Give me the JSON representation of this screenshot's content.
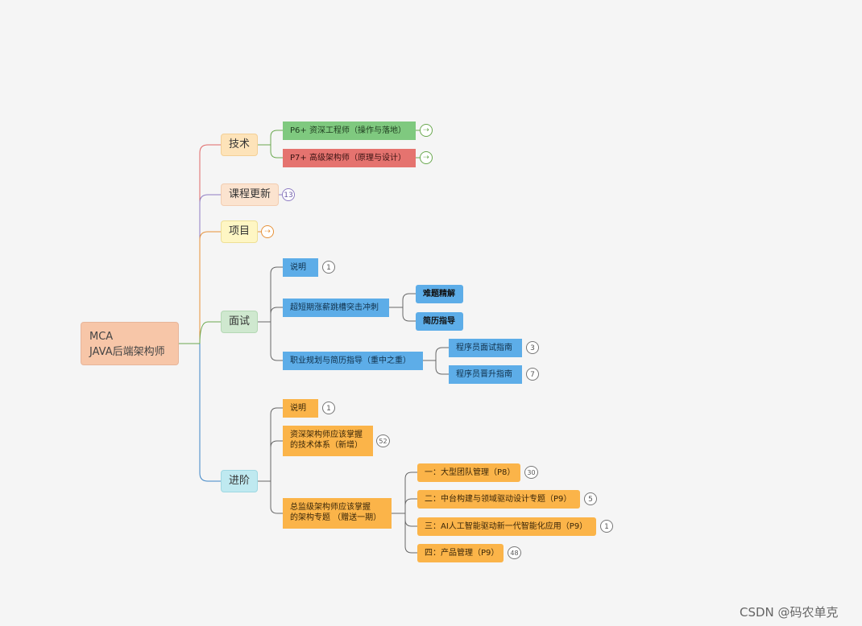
{
  "root": {
    "line1": "MCA",
    "line2": "JAVA后端架构师"
  },
  "branches": {
    "tech": {
      "label": "技术",
      "children": [
        {
          "label": "P6+ 资深工程师（操作与落地）",
          "expand_icon": "expand-arrow-icon"
        },
        {
          "label": "P7+ 高级架构师（原理与设计）",
          "expand_icon": "expand-arrow-icon"
        }
      ]
    },
    "course_update": {
      "label": "课程更新",
      "count": "13"
    },
    "project": {
      "label": "项目",
      "expand_icon": "expand-arrow-icon"
    },
    "interview": {
      "label": "面试",
      "intro": {
        "label": "说明",
        "count": "1"
      },
      "sprint": {
        "label": "超短期涨薪跳槽突击冲刺",
        "children": [
          "难题精解",
          "简历指导"
        ]
      },
      "career": {
        "label": "职业规划与简历指导（重中之重）",
        "children": [
          {
            "label": "程序员面试指南",
            "count": "3"
          },
          {
            "label": "程序员晋升指南",
            "count": "7"
          }
        ]
      }
    },
    "advanced": {
      "label": "进阶",
      "intro": {
        "label": "说明",
        "count": "1"
      },
      "senior": {
        "line1": "资深架构师应该掌握",
        "line2": "的技术体系（新增）",
        "count": "52"
      },
      "chief": {
        "line1": "总监级架构师应该掌握",
        "line2": "的架构专题 （赠送一期）",
        "children": [
          {
            "label": "一：大型团队管理（P8）",
            "count": "30"
          },
          {
            "label": "二：中台构建与领域驱动设计专题（P9）",
            "count": "5"
          },
          {
            "label": "三：AI人工智能驱动新一代智能化应用（P9）",
            "count": "1"
          },
          {
            "label": "四：产品管理（P9）",
            "count": "48"
          }
        ]
      }
    }
  },
  "colors": {
    "tech_line": "#e06666",
    "course_line": "#8e7cc3",
    "project_line": "#e69138",
    "interview_line": "#6aa84f",
    "advanced_line": "#3d85c6",
    "sub_line": "#666666",
    "tech_sub_line": "#6aa84f"
  },
  "watermark": "CSDN @码农单克"
}
